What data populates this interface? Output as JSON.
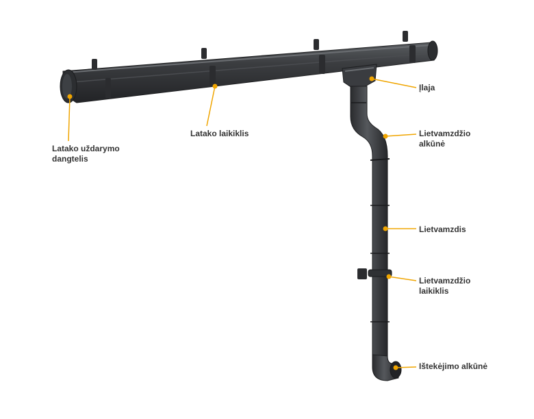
{
  "labels": {
    "end_cap": {
      "line1": "Latako uždarymo",
      "line2": "dangtelis"
    },
    "gutter_bracket": "Latako laikiklis",
    "outlet": "Įlaja",
    "pipe_elbow": {
      "line1": "Lietvamzdžio",
      "line2": "alkūnė"
    },
    "downpipe": "Lietvamzdis",
    "pipe_bracket": {
      "line1": "Lietvamzdžio",
      "line2": "laikiklis"
    },
    "outflow_elbow": "Ištekėjimo alkūnė"
  },
  "colors": {
    "product": "#3a3c3f",
    "product_highlight": "#5c5f63",
    "leader": "#f0a500",
    "text": "#333333",
    "background": "#ffffff"
  }
}
